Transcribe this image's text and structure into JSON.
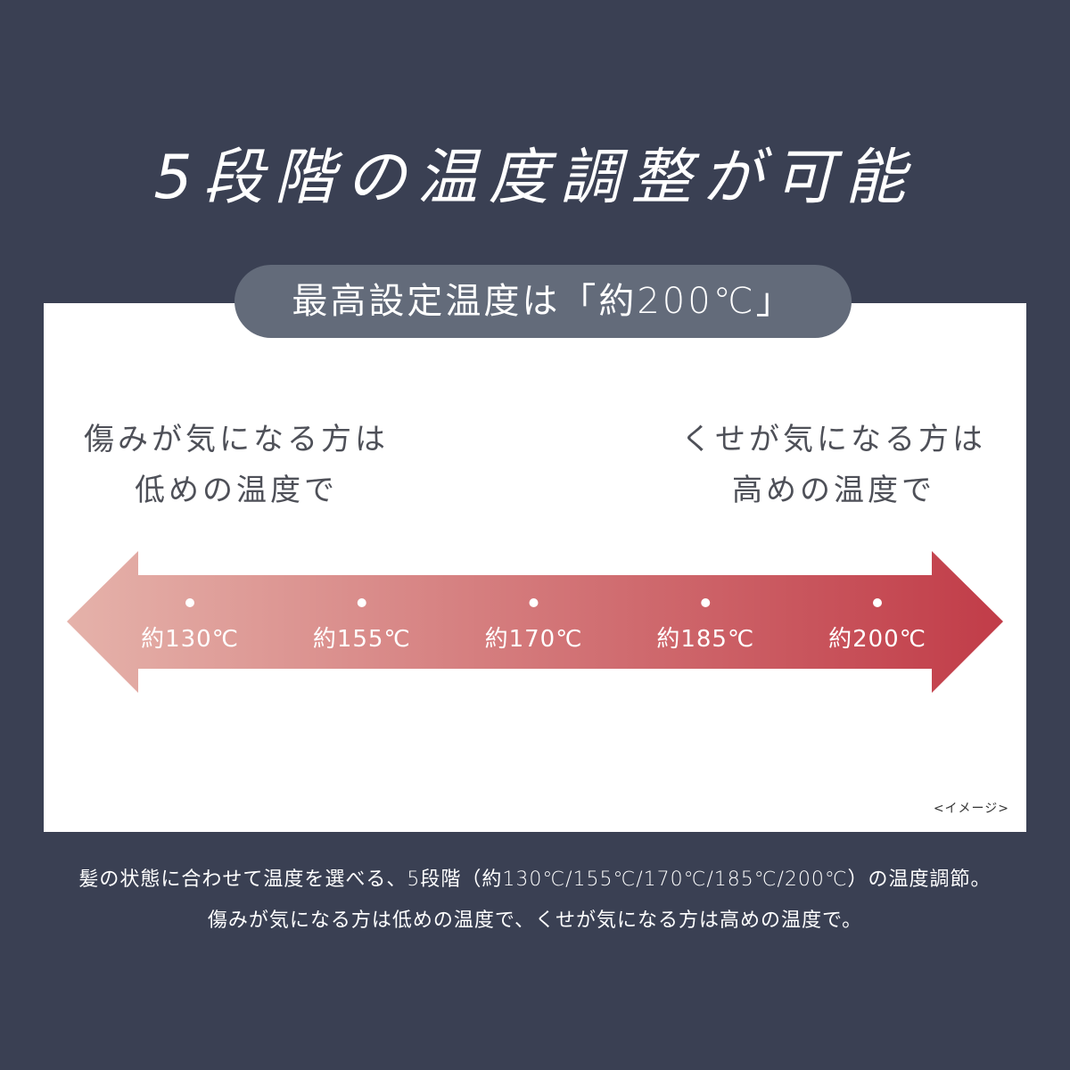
{
  "headline": "5段階の温度調整が可能",
  "badge": "最高設定温度は「約200℃」",
  "left_note": {
    "line1": "傷みが気になる方は",
    "line2": "低めの温度で"
  },
  "right_note": {
    "line1": "くせが気になる方は",
    "line2": "高めの温度で"
  },
  "scale": {
    "levels": [
      {
        "label": "約130℃"
      },
      {
        "label": "約155℃"
      },
      {
        "label": "約170℃"
      },
      {
        "label": "約185℃"
      },
      {
        "label": "約200℃"
      }
    ],
    "gradient_start": "#e5b2aa",
    "gradient_end": "#c13c48"
  },
  "image_note": "<イメージ>",
  "caption": {
    "line1": "髪の状態に合わせて温度を選べる、5段階（約130℃/155℃/170℃/185℃/200℃）の温度調節。",
    "line2": "傷みが気になる方は低めの温度で、くせが気になる方は高めの温度で。"
  },
  "colors": {
    "background": "#3a4053",
    "badge": "#636b7a"
  }
}
